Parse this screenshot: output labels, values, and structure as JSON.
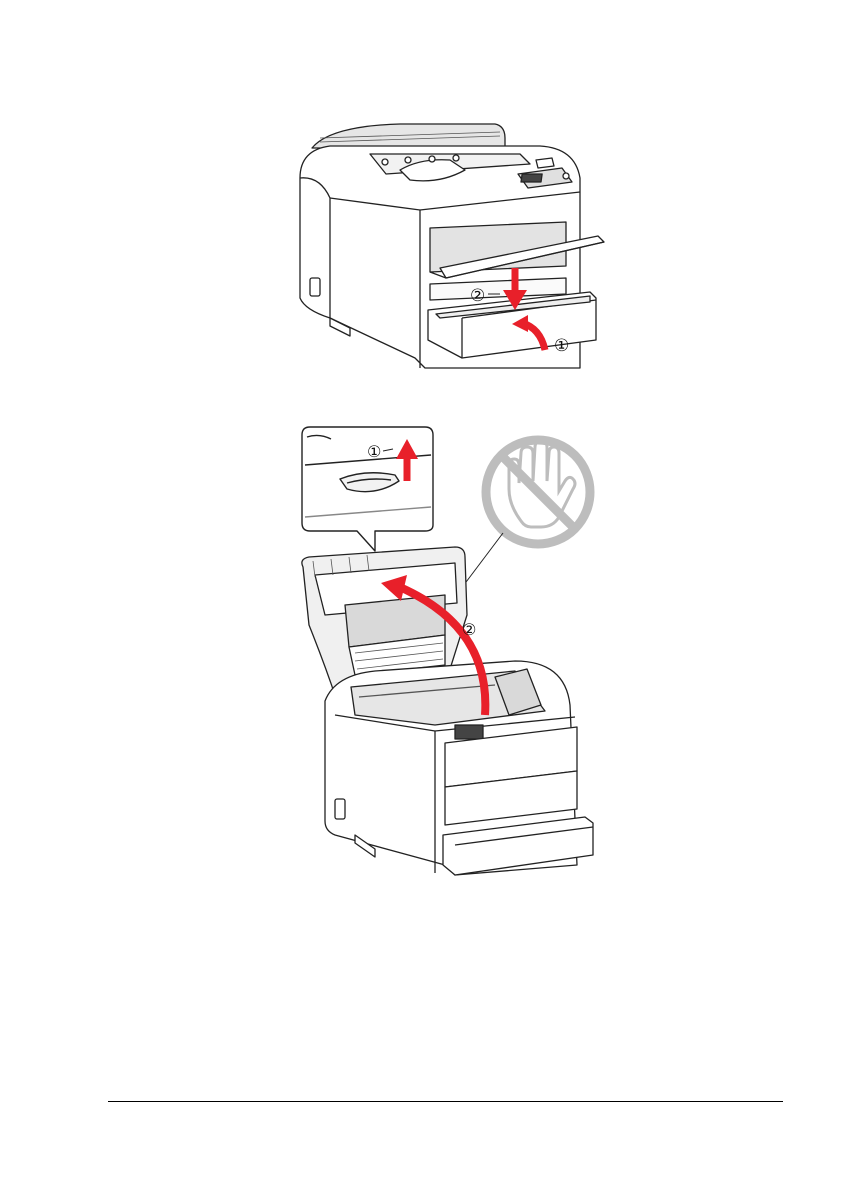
{
  "figure_1": {
    "callout_1": "①",
    "callout_2": "②"
  },
  "figure_2": {
    "callout_1": "①",
    "callout_2": "②"
  },
  "colors": {
    "arrow": "#e8202a",
    "line": "#222222",
    "body": "#ffffff",
    "shade": "#d9d9d9",
    "warning": "#bdbdbd"
  }
}
